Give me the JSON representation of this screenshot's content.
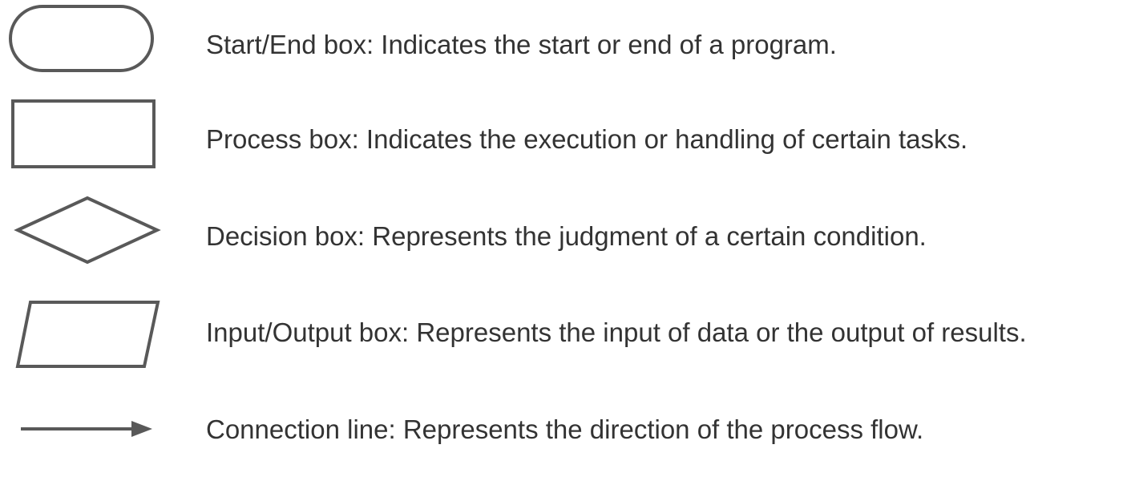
{
  "stroke_color": "#595959",
  "text_color": "#333333",
  "items": [
    {
      "shape": "terminator-shape",
      "text": "Start/End box: Indicates the start or end of a program."
    },
    {
      "shape": "process-shape",
      "text": "Process box: Indicates the execution or handling of certain tasks."
    },
    {
      "shape": "decision-shape",
      "text": "Decision box: Represents the judgment of a certain condition."
    },
    {
      "shape": "input-output-shape",
      "text": "Input/Output box: Represents the input of data or the output of results."
    },
    {
      "shape": "arrow-shape",
      "text": "Connection line: Represents the direction of the process flow."
    }
  ]
}
